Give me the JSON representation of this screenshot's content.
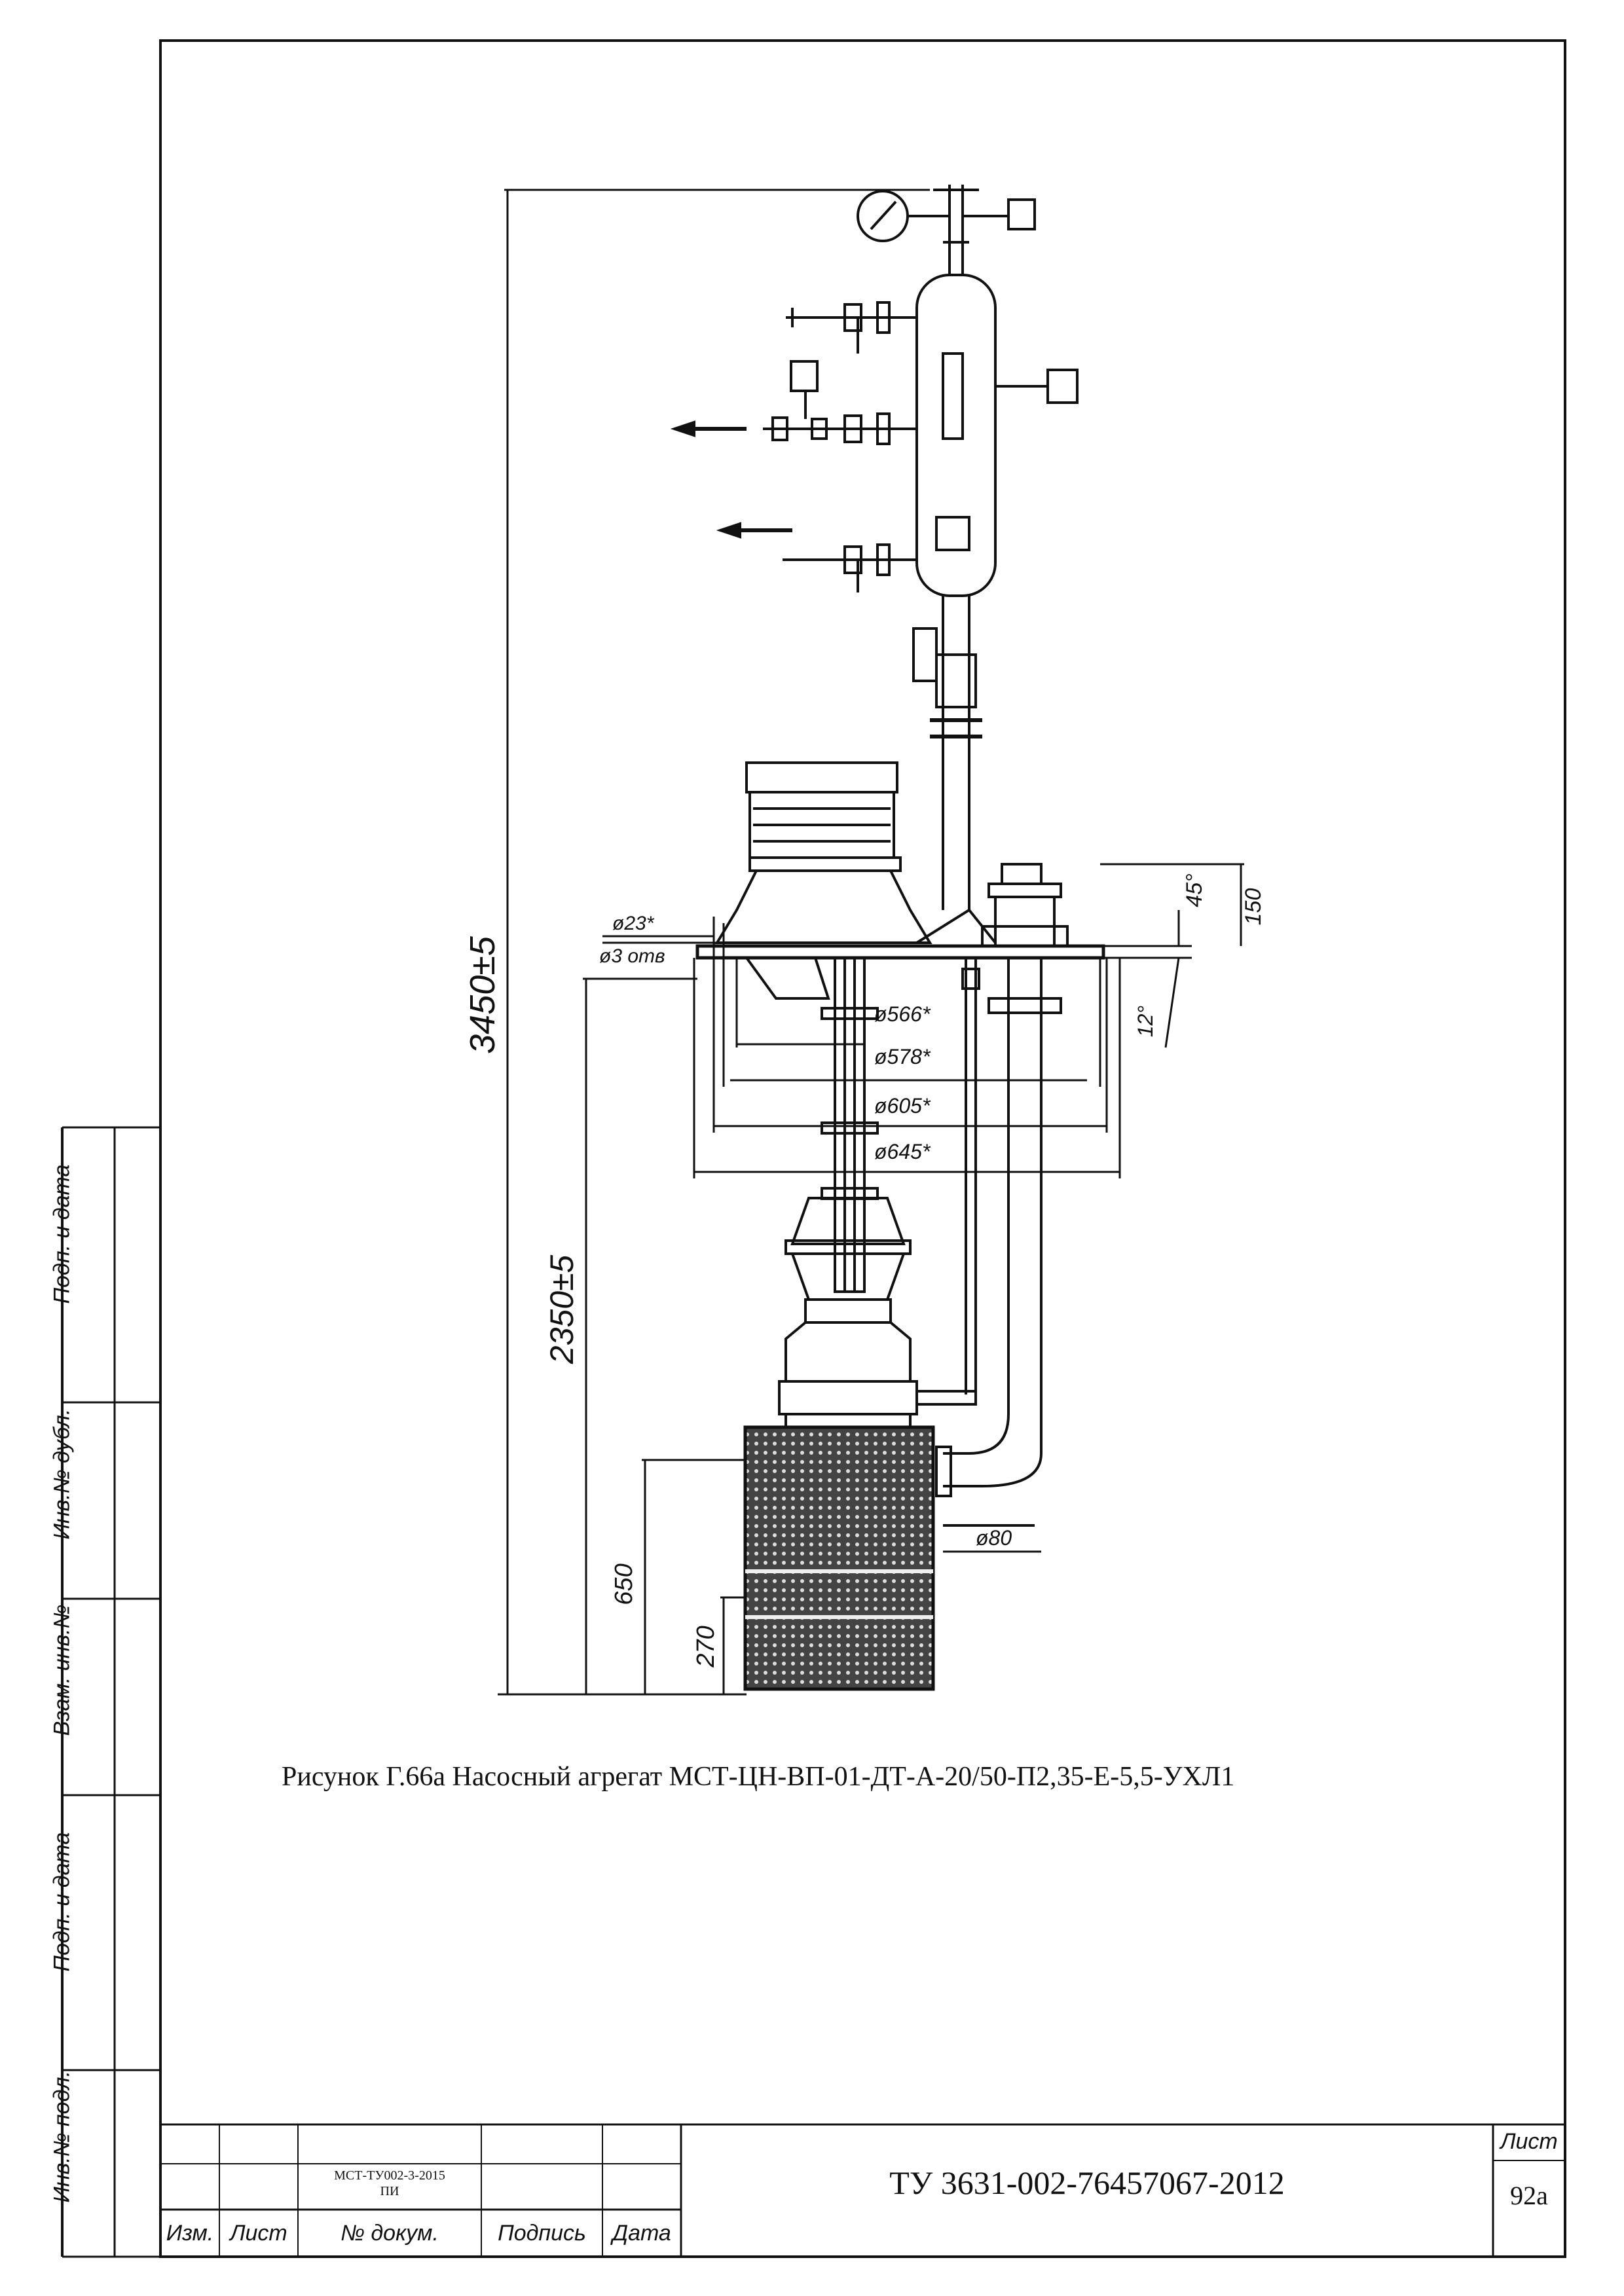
{
  "side_stamps": [
    "Подп. и дата",
    "Инв.№ дубл.",
    "Взам. инв.№",
    "Подп. и дата",
    "Инв.№ подл."
  ],
  "drawing": {
    "dimensions": {
      "overall_height": "3450±5",
      "pipe_height": "2350±5",
      "h650": "650",
      "h270": "270",
      "h150": "150",
      "h45": "45°",
      "h12": "12°",
      "d23": "ø23*",
      "d3": "ø3 отв",
      "d566": "ø566*",
      "d578": "ø578*",
      "d605": "ø605*",
      "d645": "ø645*",
      "d80": "ø80"
    }
  },
  "caption": "Рисунок Г.66а Насосный агрегат МСТ-ЦН-ВП-01-ДТ-А-20/50-П2,35-Е-5,5-УХЛ1",
  "title_block": {
    "doc_ref_line1": "МСТ-ТУ002-3-2015",
    "doc_ref_line2": "ПИ",
    "col_izm": "Изм.",
    "col_list": "Лист",
    "col_dokum": "№ докум.",
    "col_podpis": "Подпись",
    "col_data": "Дата",
    "designation": "ТУ 3631-002-76457067-2012",
    "sheet_label": "Лист",
    "sheet_number": "92а"
  }
}
